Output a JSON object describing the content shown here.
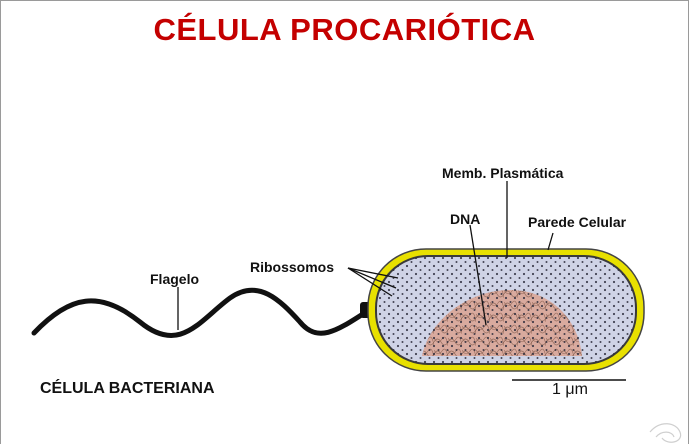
{
  "title": "CÉLULA PROCARIÓTICA",
  "caption": "CÉLULA BACTERIANA",
  "labels": {
    "membrane": "Memb. Plasmática",
    "dna": "DNA",
    "wall": "Parede Celular",
    "ribosomes": "Ribossomos",
    "flagellum": "Flagelo"
  },
  "scale_label": "1 μm",
  "colors": {
    "title": "#c40000",
    "cell_wall": "#e8e000",
    "membrane": "#3a3a3a",
    "cytoplasm": "#cfd3e6",
    "nucleoid": "#d9a89a"
  }
}
